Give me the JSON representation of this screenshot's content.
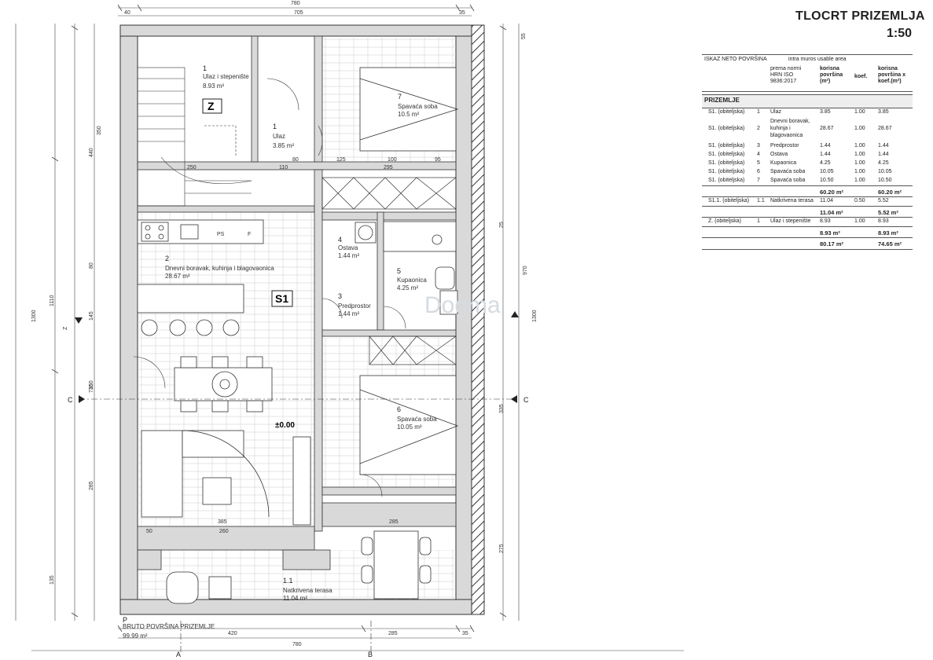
{
  "title": "TLOCRT PRIZEMLJA",
  "scale": "1:50",
  "table": {
    "col_header_1": "ISKAZ NETO POVRŠINA",
    "col_header_2": "intra muros usable area",
    "col_norm": "prema normi HRN ISO 9836:2017",
    "col_area": "korisna površina (m²)",
    "col_coef": "koef.",
    "col_area_coef": "korisna površina x koef.(m²)",
    "section": "PRIZEMLJE",
    "rows": [
      {
        "unit": "S1. (obiteljska)",
        "num": "1",
        "name": "Ulaz",
        "area": "3.85",
        "coef": "1.00",
        "total": "3.85"
      },
      {
        "unit": "S1. (obiteljska)",
        "num": "2",
        "name": "Dnevni boravak, kuhinja i blagovaonica",
        "area": "28.67",
        "coef": "1.00",
        "total": "28.67"
      },
      {
        "unit": "S1. (obiteljska)",
        "num": "3",
        "name": "Predprostor",
        "area": "1.44",
        "coef": "1.00",
        "total": "1.44"
      },
      {
        "unit": "S1. (obiteljska)",
        "num": "4",
        "name": "Ostava",
        "area": "1.44",
        "coef": "1.00",
        "total": "1.44"
      },
      {
        "unit": "S1. (obiteljska)",
        "num": "5",
        "name": "Kupaonica",
        "area": "4.25",
        "coef": "1.00",
        "total": "4.25"
      },
      {
        "unit": "S1. (obiteljska)",
        "num": "6",
        "name": "Spavaća soba",
        "area": "10.05",
        "coef": "1.00",
        "total": "10.05"
      },
      {
        "unit": "S1. (obiteljska)",
        "num": "7",
        "name": "Spavaća soba",
        "area": "10.50",
        "coef": "1.00",
        "total": "10.50"
      }
    ],
    "sum1_area": "60.20 m²",
    "sum1_total": "60.20 m²",
    "terrace": {
      "unit": "S1.1. (obiteljska)",
      "num": "1.1",
      "name": "Natkrivena terasa",
      "area": "11.04",
      "coef": "0.50",
      "total": "5.52"
    },
    "sum2_area": "11.04 m²",
    "sum2_total": "5.52 m²",
    "z_row": {
      "unit": "Z. (obiteljska)",
      "num": "1",
      "name": "Ulaz i stepenište",
      "area": "8.93",
      "coef": "1.00",
      "total": "8.93"
    },
    "sum3_area": "8.93 m²",
    "sum3_total": "8.93 m²",
    "grand_area": "80.17 m²",
    "grand_total": "74.65 m²"
  },
  "plan": {
    "rooms": [
      {
        "num": "1",
        "name": "Ulaz i stepenište",
        "area": "8.93 m²"
      },
      {
        "num": "1",
        "name": "Ulaz",
        "area": "3.85 m²"
      },
      {
        "num": "7",
        "name": "Spavaća soba",
        "area": "10.5 m²"
      },
      {
        "num": "2",
        "name": "Dnevni boravak, kuhinja i blagovaonica",
        "area": "28.67 m²"
      },
      {
        "num": "4",
        "name": "Ostava",
        "area": "1.44 m²"
      },
      {
        "num": "5",
        "name": "Kupaonica",
        "area": "4.25 m²"
      },
      {
        "num": "3",
        "name": "Predprostor",
        "area": "1.44 m²"
      },
      {
        "num": "6",
        "name": "Spavaća soba",
        "area": "10.05 m²"
      },
      {
        "num": "1.1",
        "name": "Natkrivena terasa",
        "area": "11.04 m²"
      }
    ],
    "unit_z": "Z",
    "unit_s1": "S1",
    "level": "±0.00",
    "gross_label": "BRUTO POVRŠINA PRIZEMLJE",
    "gross_value": "99.99 m²",
    "axis_a": "A",
    "axis_b": "B",
    "axis_c": "C",
    "axis_p": "P",
    "axis_z": "Z",
    "dim_top": [
      "40",
      "705",
      "35"
    ],
    "dim_top_total": "780",
    "dim_bottom": [
      "420",
      "285",
      "35"
    ],
    "dim_bottom_total": "780",
    "dim_left": [
      "440",
      "1110",
      "1300",
      "350",
      "735",
      "285",
      "135",
      "145",
      "160",
      "80"
    ],
    "dim_right": [
      "970",
      "1300",
      "335",
      "275",
      "55",
      "25"
    ],
    "dim_inner": [
      "110",
      "250",
      "125",
      "295",
      "385",
      "260",
      "285",
      "50",
      "95",
      "100",
      "80"
    ],
    "kitchen_labels": [
      "PS",
      "F"
    ],
    "watermark": "Dogma"
  }
}
